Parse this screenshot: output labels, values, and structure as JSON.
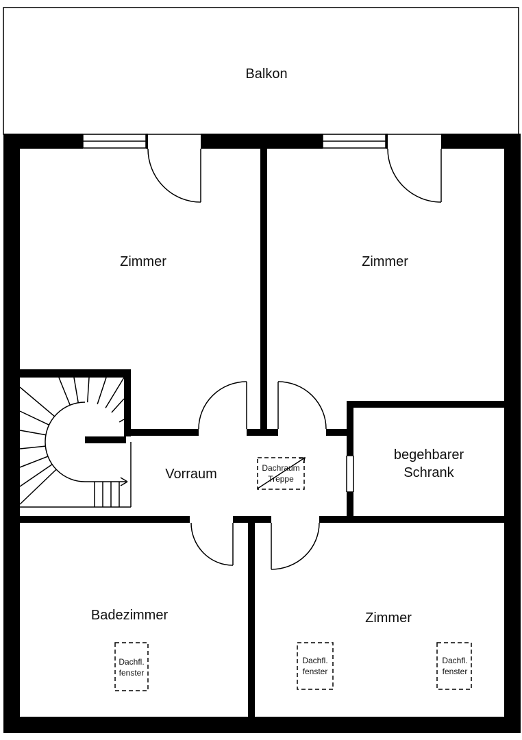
{
  "rooms": {
    "balkon": "Balkon",
    "zimmer_top_left": "Zimmer",
    "zimmer_top_right": "Zimmer",
    "vorraum": "Vorraum",
    "schrank_line1": "begehbarer",
    "schrank_line2": "Schrank",
    "badezimmer": "Badezimmer",
    "zimmer_bottom": "Zimmer"
  },
  "attic_stair": {
    "line1": "Dachraum",
    "line2": "Treppe"
  },
  "skylights": [
    {
      "line1": "Dachfl.",
      "line2": "fenster"
    },
    {
      "line1": "Dachfl.",
      "line2": "fenster"
    },
    {
      "line1": "Dachfl.",
      "line2": "fenster"
    }
  ]
}
